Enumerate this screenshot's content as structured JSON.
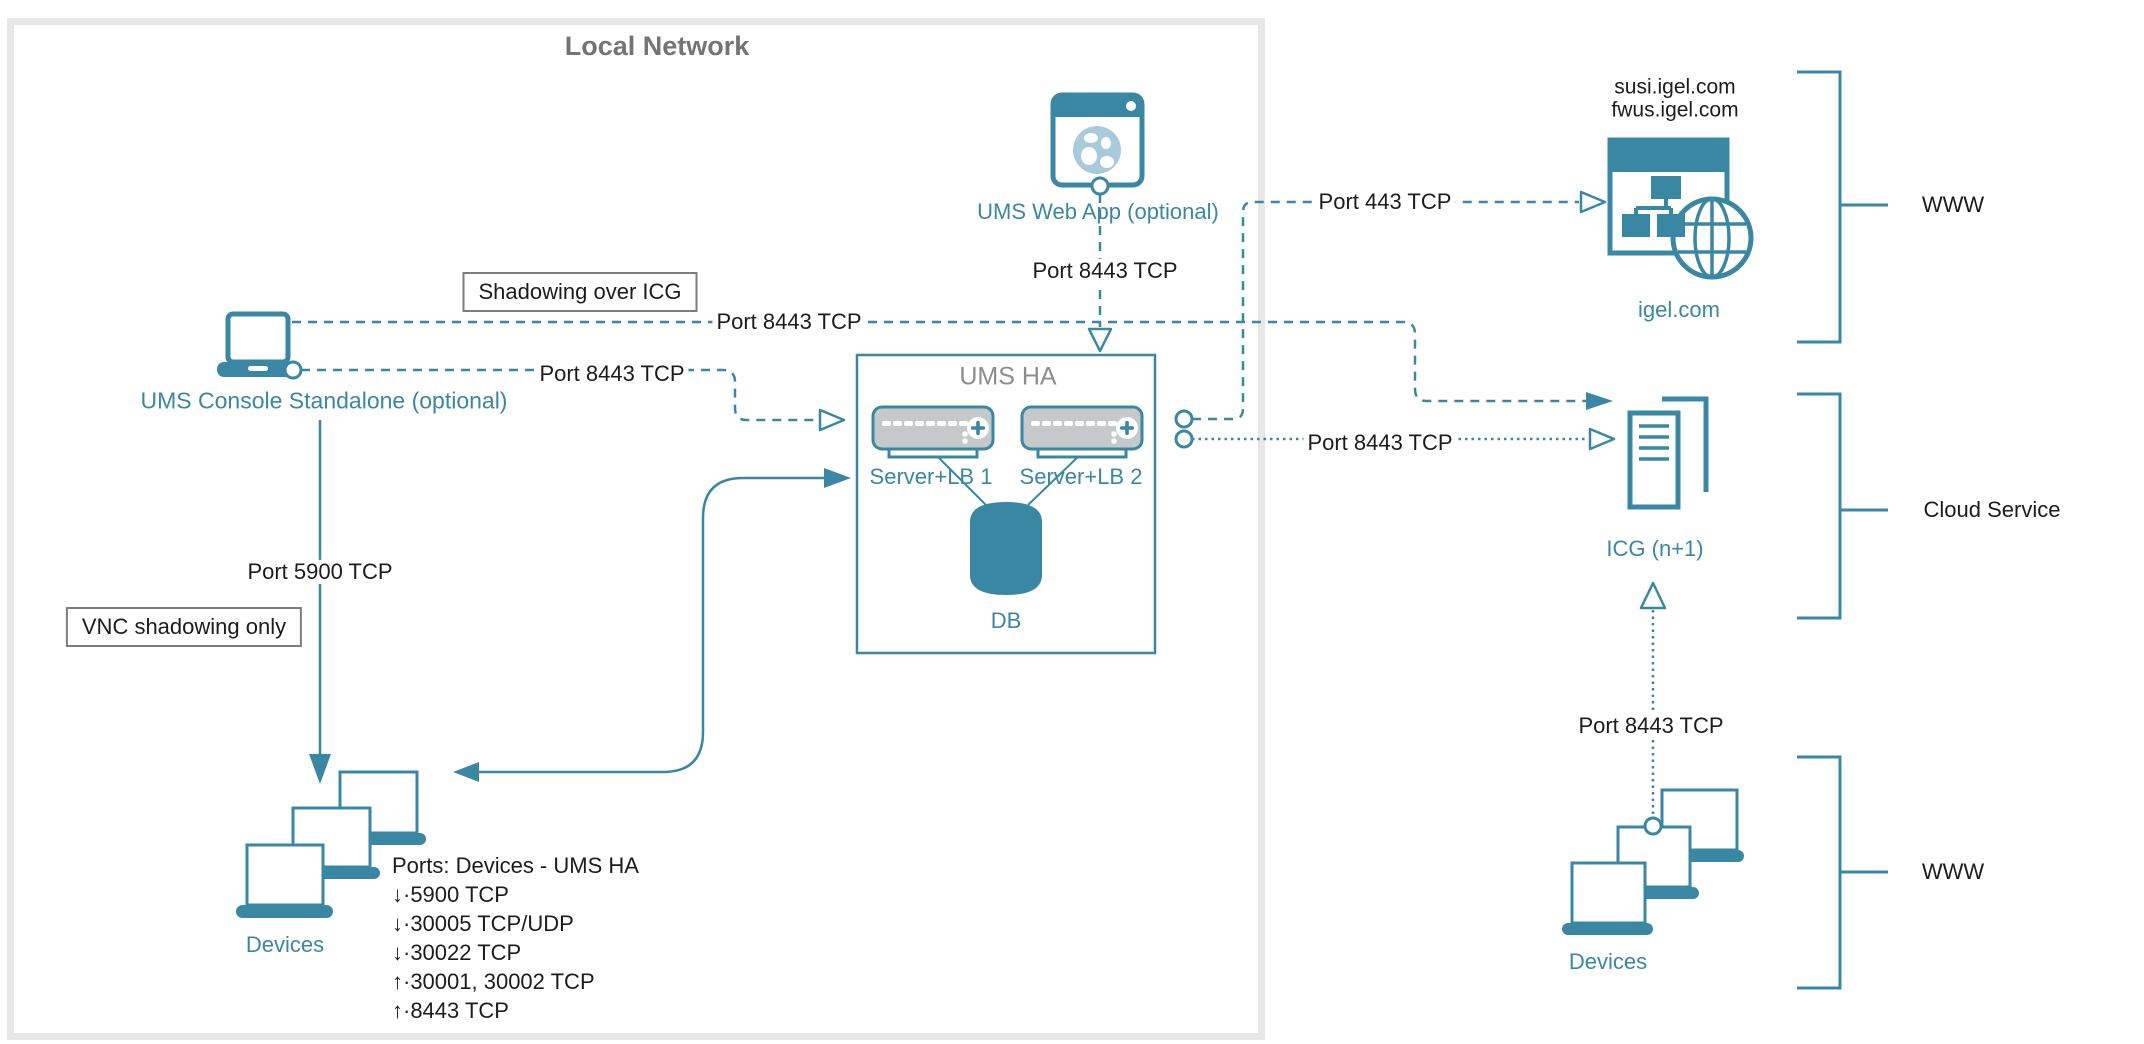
{
  "colors": {
    "teal": "#3a87a3",
    "teal_light": "#a9cadb",
    "server_gray": "#c6c9c9",
    "border_gray": "#e7e7e7",
    "gray_text": "#8c8c8c",
    "title_gray": "#747474",
    "ink": "#1c1c1c"
  },
  "local_network": {
    "title": "Local Network"
  },
  "console": {
    "label": "UMS Console Standalone (optional)"
  },
  "webapp": {
    "label": "UMS Web App (optional)"
  },
  "ums_ha": {
    "title": "UMS HA",
    "server1": "Server+LB 1",
    "server2": "Server+LB 2",
    "db": "DB"
  },
  "devices_left": {
    "label": "Devices"
  },
  "devices_right": {
    "label": "Devices"
  },
  "igel": {
    "domain1": "susi.igel.com",
    "domain2": "fwus.igel.com",
    "label": "igel.com"
  },
  "icg": {
    "label": "ICG (n+1)"
  },
  "callouts": {
    "shadowing_over_icg": "Shadowing over ICG",
    "vnc_shadowing_only": "VNC shadowing only"
  },
  "edge_labels": {
    "console_icg_shadowing": "Port 8443 TCP",
    "console_ums": "Port 8443 TCP",
    "webapp_ums": "Port 8443 TCP",
    "ums_igel": "Port 443 TCP",
    "ums_icg": "Port 8443 TCP",
    "console_devices": "Port 5900 TCP",
    "devices_icg": "Port 8443 TCP"
  },
  "ports_list": {
    "title": "Ports: Devices - UMS HA",
    "items": [
      "↓·5900 TCP",
      "↓·30005 TCP/UDP",
      "↓·30022 TCP",
      "↑·30001, 30002 TCP",
      "↑·8443 TCP"
    ]
  },
  "zones": {
    "www_top": "WWW",
    "cloud_service": "Cloud Service",
    "www_bottom": "WWW"
  }
}
